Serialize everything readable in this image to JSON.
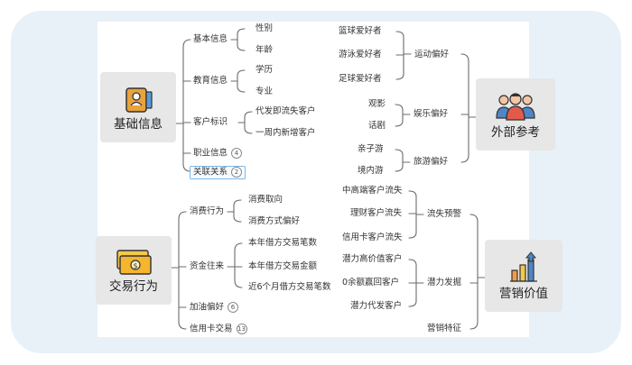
{
  "categories": {
    "basic": {
      "label": "基础信息",
      "icon": "id-card-icon"
    },
    "transaction": {
      "label": "交易行为",
      "icon": "banknote-icon"
    },
    "external": {
      "label": "外部参考",
      "icon": "people-icon"
    },
    "marketing": {
      "label": "营销价值",
      "icon": "bar-chart-icon"
    }
  },
  "basic": {
    "branches": [
      "基本信息",
      "教育信息",
      "客户标识",
      "职业信息",
      "关联关系"
    ],
    "leaves": {
      "gender": "性别",
      "age": "年龄",
      "education": "学历",
      "major": "专业",
      "churn_warning": "代发即流失客户",
      "new_customer": "一周内新增客户"
    },
    "collapsed_counts": {
      "occupation": "4",
      "relation": "2"
    }
  },
  "transaction": {
    "branches": [
      "消费行为",
      "资金往来",
      "加油偏好",
      "信用卡交易"
    ],
    "leaves": {
      "consume_orientation": "消费取向",
      "consume_style": "消费方式偏好",
      "annual_borrow_count": "本年借方交易笔数",
      "annual_borrow_amount": "本年借方交易金额",
      "six_month_borrow_count": "近6个月借方交易笔数"
    },
    "collapsed_counts": {
      "fuel": "6",
      "credit_card": "13"
    }
  },
  "external": {
    "branches": [
      "运动偏好",
      "娱乐偏好",
      "旅游偏好"
    ],
    "leaves": {
      "basketball": "篮球爱好者",
      "swimming": "游泳爱好者",
      "football": "足球爱好者",
      "movie": "观影",
      "drama": "话剧",
      "family_trip": "亲子游",
      "domestic_trip": "境内游"
    }
  },
  "marketing": {
    "branches": [
      "流失预警",
      "潜力发掘",
      "营销特征"
    ],
    "leaves": {
      "high_end_churn": "中高端客户流失",
      "wealth_churn": "理财客户流失",
      "card_churn": "信用卡客户流失",
      "potential_high_value": "潜力高价值客户",
      "zero_balance_return": "0余额赢回客户",
      "potential_payroll": "潜力代发客户"
    }
  },
  "colors": {
    "line": "#6b6b6b",
    "node_bg": "#e7e7e7",
    "frame_bg": "#e8f1f8",
    "selected_border": "#7cb7e6"
  }
}
